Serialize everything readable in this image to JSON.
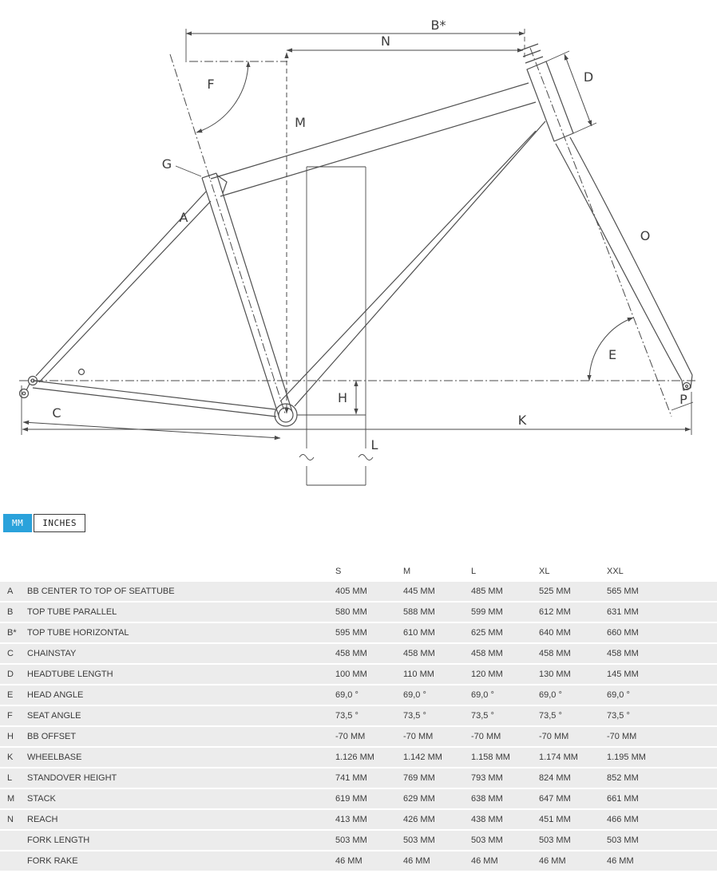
{
  "diagram": {
    "labels": {
      "a": "A",
      "bstar": "B*",
      "c": "C",
      "d": "D",
      "e": "E",
      "f": "F",
      "g": "G",
      "h": "H",
      "k": "K",
      "l": "L",
      "m": "M",
      "n": "N",
      "o": "O",
      "p": "P"
    }
  },
  "unit_toggle": {
    "mm_label": "MM",
    "inches_label": "INCHES",
    "active_color": "#2aa2db"
  },
  "table": {
    "size_columns": [
      "S",
      "M",
      "L",
      "XL",
      "XXL"
    ],
    "rows": [
      {
        "key": "A",
        "label": "BB CENTER TO TOP OF SEATTUBE",
        "values": [
          "405 MM",
          "445 MM",
          "485 MM",
          "525 MM",
          "565 MM"
        ]
      },
      {
        "key": "B",
        "label": "TOP TUBE PARALLEL",
        "values": [
          "580 MM",
          "588 MM",
          "599 MM",
          "612 MM",
          "631 MM"
        ]
      },
      {
        "key": "B*",
        "label": "TOP TUBE HORIZONTAL",
        "values": [
          "595 MM",
          "610 MM",
          "625 MM",
          "640 MM",
          "660 MM"
        ]
      },
      {
        "key": "C",
        "label": "CHAINSTAY",
        "values": [
          "458 MM",
          "458 MM",
          "458 MM",
          "458 MM",
          "458 MM"
        ]
      },
      {
        "key": "D",
        "label": "HEADTUBE LENGTH",
        "values": [
          "100 MM",
          "110 MM",
          "120 MM",
          "130 MM",
          "145 MM"
        ]
      },
      {
        "key": "E",
        "label": "HEAD ANGLE",
        "values": [
          "69,0 °",
          "69,0 °",
          "69,0 °",
          "69,0 °",
          "69,0 °"
        ]
      },
      {
        "key": "F",
        "label": "SEAT ANGLE",
        "values": [
          "73,5 °",
          "73,5 °",
          "73,5 °",
          "73,5 °",
          "73,5 °"
        ]
      },
      {
        "key": "H",
        "label": "BB OFFSET",
        "values": [
          "-70 MM",
          "-70 MM",
          "-70 MM",
          "-70 MM",
          "-70 MM"
        ]
      },
      {
        "key": "K",
        "label": "WHEELBASE",
        "values": [
          "1.126 MM",
          "1.142 MM",
          "1.158 MM",
          "1.174 MM",
          "1.195 MM"
        ]
      },
      {
        "key": "L",
        "label": "STANDOVER HEIGHT",
        "values": [
          "741 MM",
          "769 MM",
          "793 MM",
          "824 MM",
          "852 MM"
        ]
      },
      {
        "key": "M",
        "label": "STACK",
        "values": [
          "619 MM",
          "629 MM",
          "638 MM",
          "647 MM",
          "661 MM"
        ]
      },
      {
        "key": "N",
        "label": "REACH",
        "values": [
          "413 MM",
          "426 MM",
          "438 MM",
          "451 MM",
          "466 MM"
        ]
      },
      {
        "key": "",
        "label": "FORK LENGTH",
        "values": [
          "503 MM",
          "503 MM",
          "503 MM",
          "503 MM",
          "503 MM"
        ]
      },
      {
        "key": "",
        "label": "FORK RAKE",
        "values": [
          "46 MM",
          "46 MM",
          "46 MM",
          "46 MM",
          "46 MM"
        ]
      }
    ]
  }
}
